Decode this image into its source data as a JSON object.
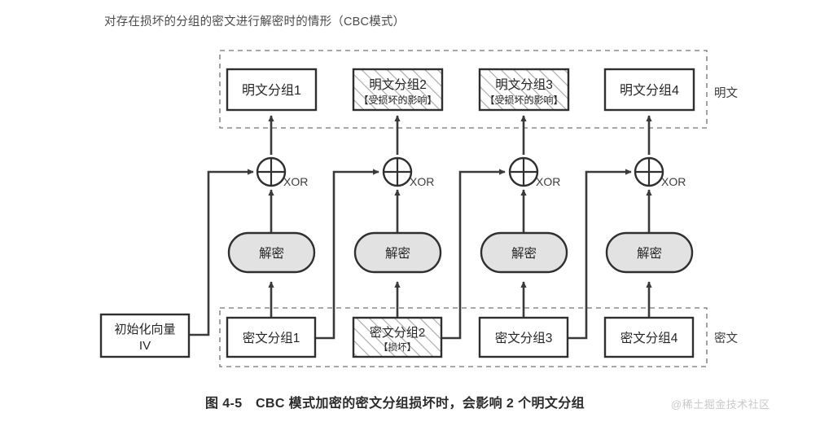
{
  "figure": {
    "title": "对存在损坏的分组的密文进行解密时的情形（CBC模式）",
    "caption": "图 4-5　CBC 模式加密的密文分组损坏时，会影响 2 个明文分组",
    "watermark": "@稀土掘金技术社区",
    "mode": "CBC",
    "colors": {
      "stroke": "#3a3a3a",
      "fill_plain": "#ffffff",
      "fill_oval": "#e2e2e2",
      "hatch": "#9a9a9a",
      "dashed_group": "#8c8c8c",
      "title_text": "#4a4a4a",
      "caption_text": "#2b2b2b",
      "watermark_text": "#c9c9c9"
    }
  },
  "groups": {
    "plaintext": {
      "label": "明文",
      "boundary": "dashed"
    },
    "ciphertext": {
      "label": "密文",
      "boundary": "dashed"
    }
  },
  "plaintext_blocks": [
    {
      "id": "p1",
      "label": "明文分组1",
      "note": "",
      "corrupted": false,
      "hatched": false
    },
    {
      "id": "p2",
      "label": "明文分组2",
      "note": "【受损坏的影响】",
      "corrupted": true,
      "hatched": true
    },
    {
      "id": "p3",
      "label": "明文分组3",
      "note": "【受损坏的影响】",
      "corrupted": true,
      "hatched": true
    },
    {
      "id": "p4",
      "label": "明文分组4",
      "note": "",
      "corrupted": false,
      "hatched": false
    }
  ],
  "ciphertext_blocks": [
    {
      "id": "c1",
      "label": "密文分组1",
      "note": "",
      "corrupted": false,
      "hatched": false
    },
    {
      "id": "c2",
      "label": "密文分组2",
      "note": "【损坏】",
      "corrupted": true,
      "hatched": true
    },
    {
      "id": "c3",
      "label": "密文分组3",
      "note": "",
      "corrupted": false,
      "hatched": false
    },
    {
      "id": "c4",
      "label": "密文分组4",
      "note": "",
      "corrupted": false,
      "hatched": false
    }
  ],
  "decrypt_blocks": [
    {
      "id": "d1",
      "label": "解密"
    },
    {
      "id": "d2",
      "label": "解密"
    },
    {
      "id": "d3",
      "label": "解密"
    },
    {
      "id": "d4",
      "label": "解密"
    }
  ],
  "xor_nodes": [
    {
      "id": "x1",
      "label": "XOR",
      "symbol": "⊕"
    },
    {
      "id": "x2",
      "label": "XOR",
      "symbol": "⊕"
    },
    {
      "id": "x3",
      "label": "XOR",
      "symbol": "⊕"
    },
    {
      "id": "x4",
      "label": "XOR",
      "symbol": "⊕"
    }
  ],
  "iv_block": {
    "label_line1": "初始化向量",
    "label_line2": "IV"
  }
}
